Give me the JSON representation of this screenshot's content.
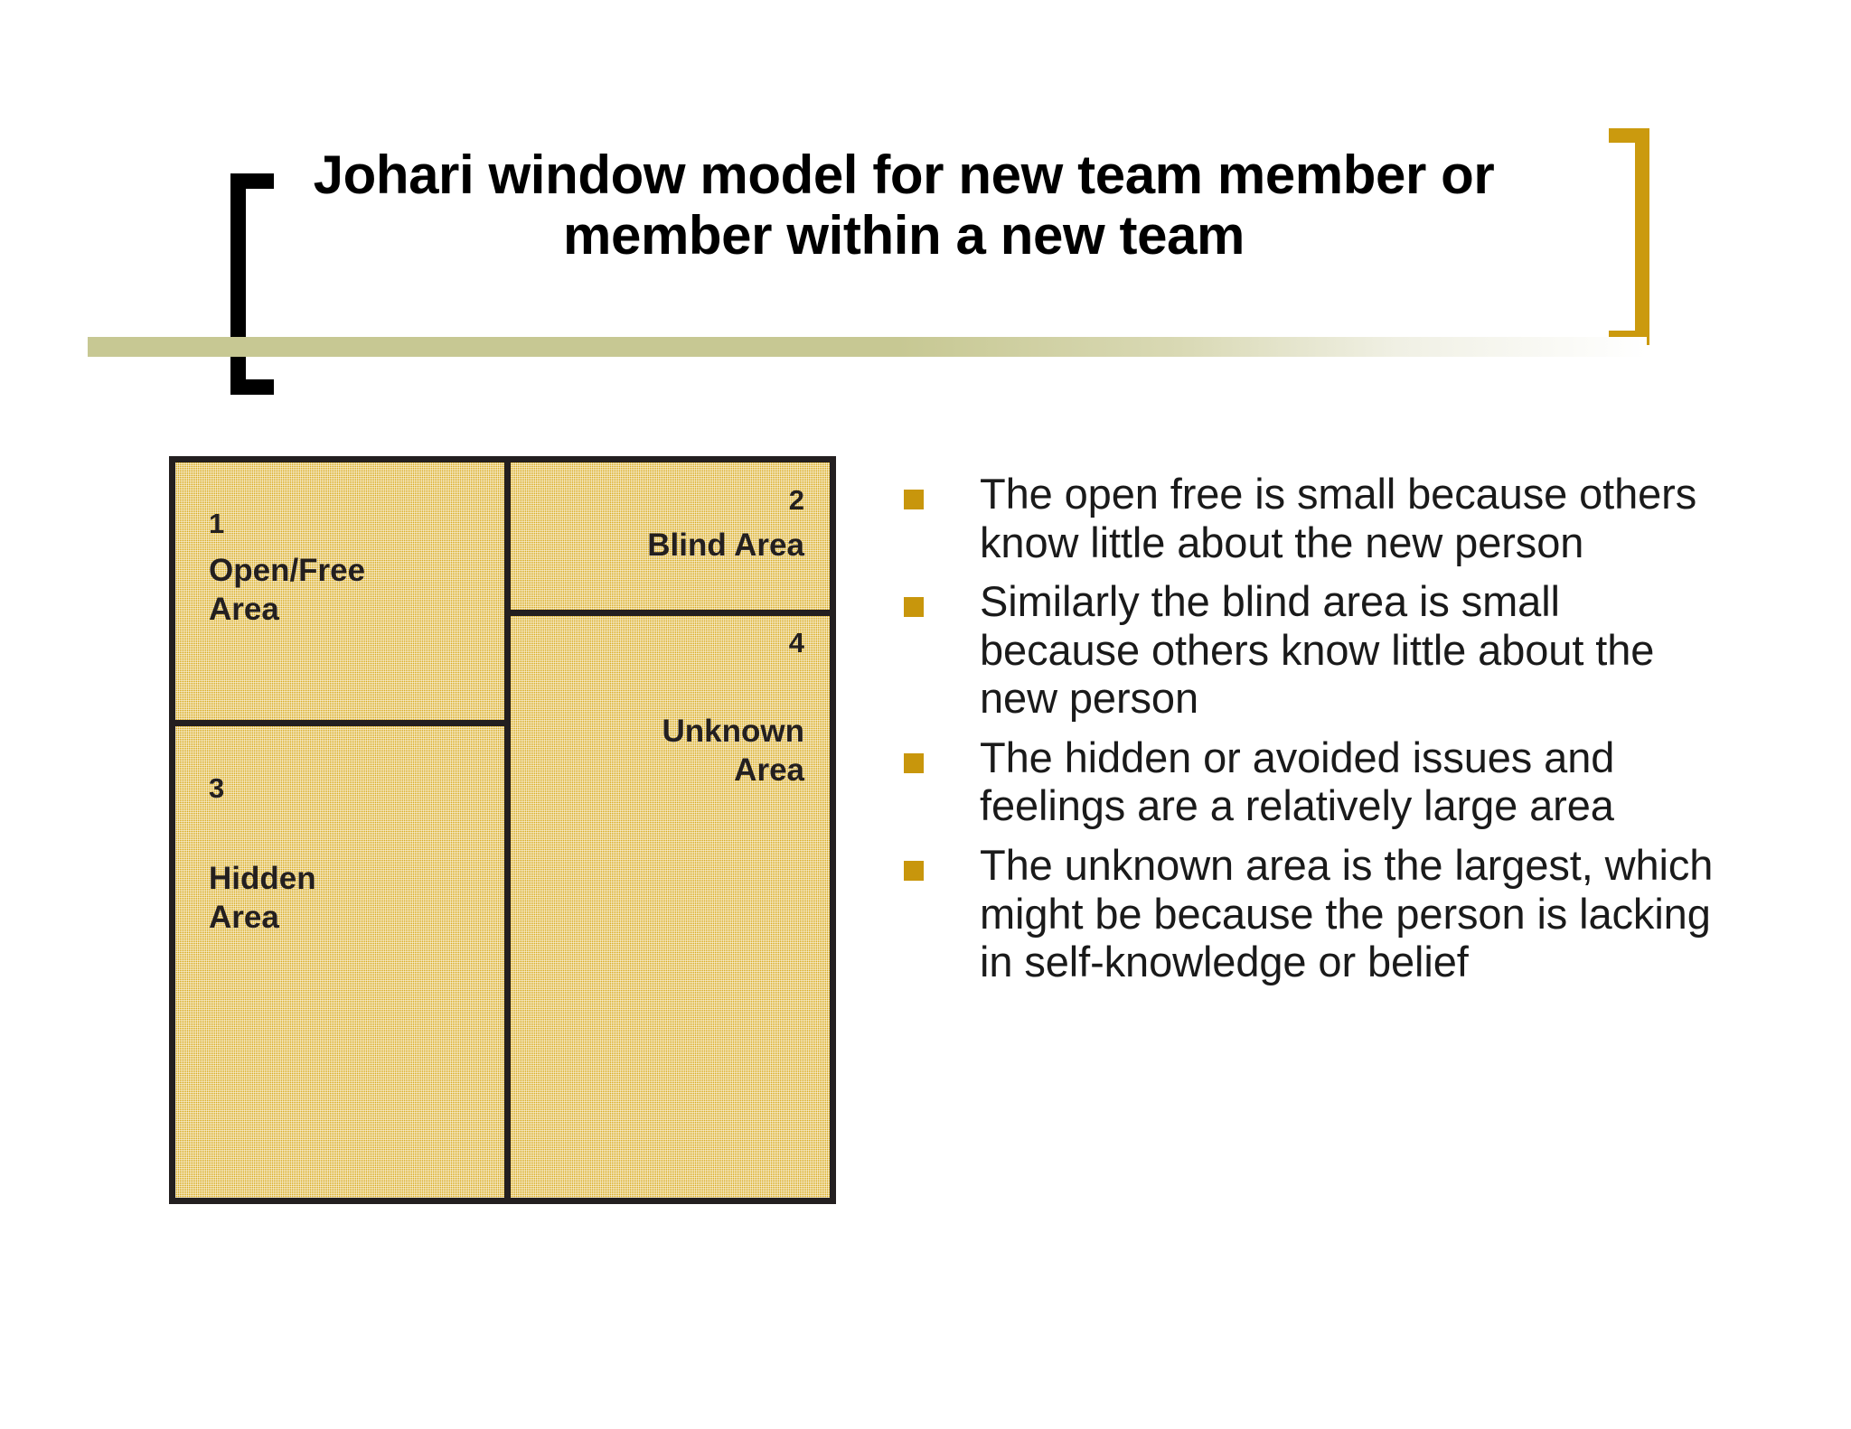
{
  "slide": {
    "title": "Johari window model for new team member or\nmember within a new team",
    "decorations": {
      "left_bracket_icon": "left-bracket-icon",
      "right_bracket_icon": "right-bracket-icon",
      "rule_icon": "horizontal-rule-divider"
    }
  },
  "colors": {
    "title_text": "#000000",
    "left_bracket": "#000000",
    "right_bracket": "#cb9a0e",
    "rule_start": "#c7c893",
    "rule_end": "#ffffff",
    "quadrant_fill": "#d8a91b",
    "quadrant_border": "#231f20",
    "bullet_marker": "#c8960c",
    "body_text": "#1a1a1a"
  },
  "diagram": {
    "name": "johari-window",
    "quadrants": [
      {
        "number": "1",
        "label": "Open/Free\nArea",
        "align": "left",
        "size": "small"
      },
      {
        "number": "2",
        "label": "Blind Area",
        "align": "right",
        "size": "small"
      },
      {
        "number": "3",
        "label": "Hidden\nArea",
        "align": "left",
        "size": "large"
      },
      {
        "number": "4",
        "label": "Unknown\nArea",
        "align": "right",
        "size": "largest"
      }
    ]
  },
  "bullets": [
    {
      "text": "The open free is small because others know little about the new person"
    },
    {
      "text": "Similarly the blind area is small because others know little about the new person"
    },
    {
      "text": "The hidden or avoided issues and feelings are a relatively large area"
    },
    {
      "text": "The unknown area is the largest, which might be because the person is lacking in self-knowledge or belief"
    }
  ]
}
